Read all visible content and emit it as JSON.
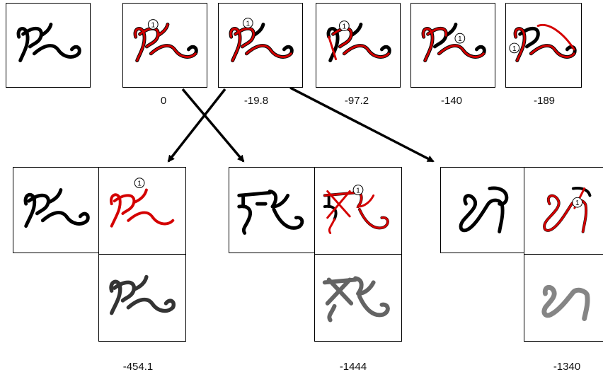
{
  "colors": {
    "ink": "#000000",
    "trace": "#d40000",
    "marker": "#ffffff"
  },
  "marker_glyph": "①",
  "top_row": {
    "scores": [
      "0",
      "-19.8",
      "-97.2",
      "-140",
      "-189"
    ]
  },
  "bottom_row": {
    "scores": [
      "-454.1",
      "-1444",
      "-1340"
    ]
  }
}
